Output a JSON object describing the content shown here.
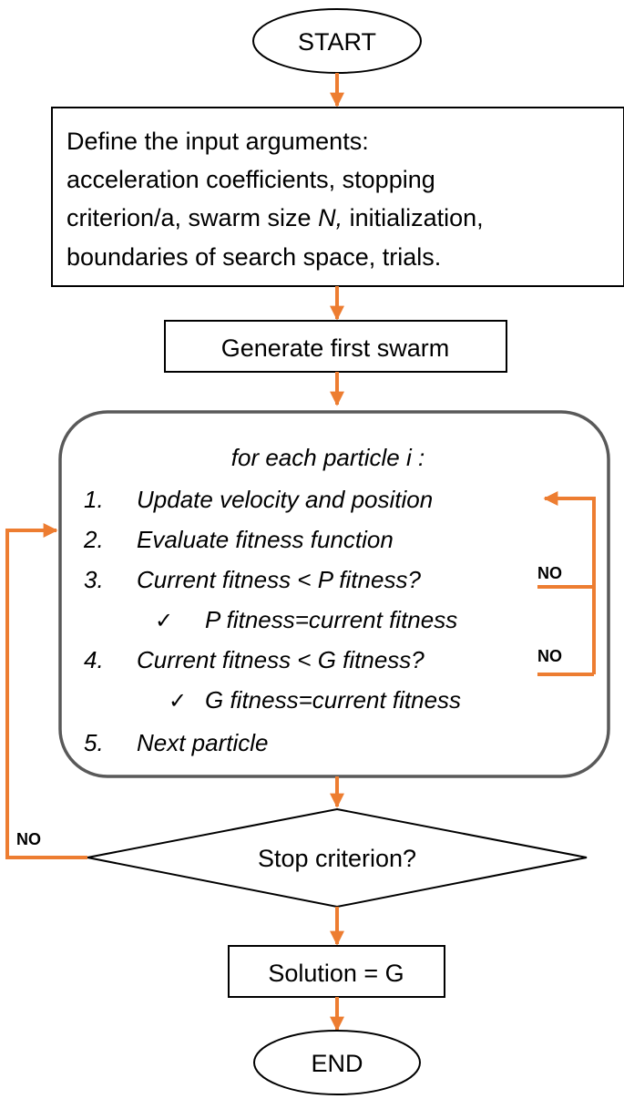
{
  "start": "START",
  "define": {
    "lines": [
      "Define the input arguments:",
      "acceleration coefficients, stopping",
      "criterion/a, swarm size ",
      "boundaries of search space, trials."
    ],
    "swarm_var": "N,",
    "line3_tail": " initialization,"
  },
  "generate": "Generate first swarm",
  "loop": {
    "header": "for each particle i :",
    "steps": [
      {
        "num": "1.",
        "text": "Update velocity and position"
      },
      {
        "num": "2.",
        "text": "Evaluate fitness function"
      },
      {
        "num": "3.",
        "text": "Current fitness < P fitness?"
      },
      {
        "num": "4.",
        "text": "Current fitness < G fitness?"
      },
      {
        "num": "5.",
        "text": "Next particle"
      }
    ],
    "subs": [
      {
        "check": "✓",
        "text": "P fitness=current fitness"
      },
      {
        "check": "✓",
        "text": "G fitness=current fitness"
      }
    ]
  },
  "decision": "Stop criterion?",
  "no_labels": [
    "NO",
    "NO",
    "NO"
  ],
  "solution": "Solution = G",
  "end": "END",
  "colors": {
    "arrow": "#ED7D31",
    "stroke": "#000000",
    "loop_border": "#595959"
  }
}
